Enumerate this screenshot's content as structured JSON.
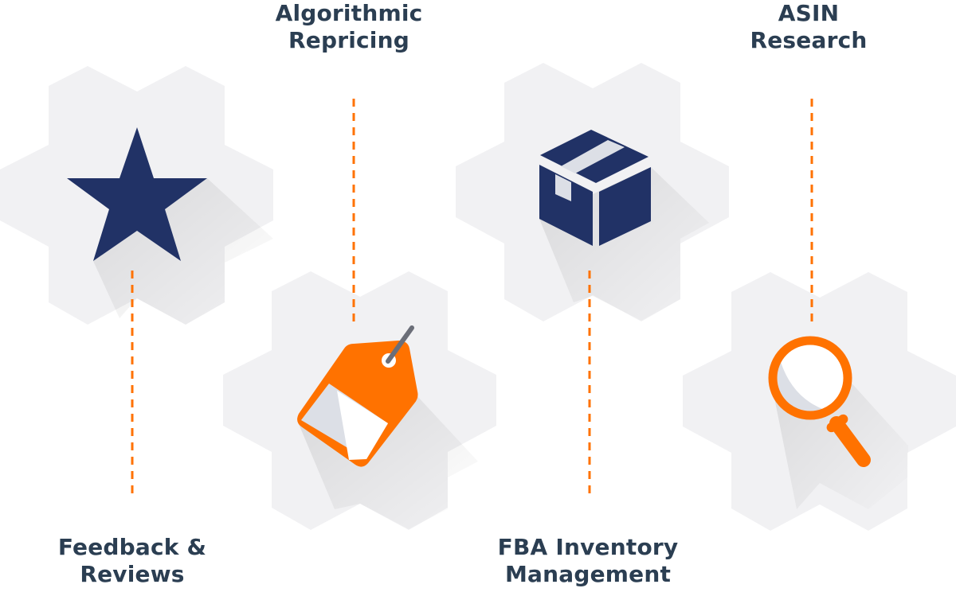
{
  "features": [
    {
      "id": "feedback",
      "title_lines": [
        "Feedback &",
        "Reviews"
      ],
      "icon": "star-icon",
      "label_position": "bottom"
    },
    {
      "id": "repricing",
      "title_lines": [
        "Algorithmic",
        "Repricing"
      ],
      "icon": "price-tag-icon",
      "label_position": "top"
    },
    {
      "id": "fba",
      "title_lines": [
        "FBA Inventory",
        "Management"
      ],
      "icon": "box-icon",
      "label_position": "bottom"
    },
    {
      "id": "asin",
      "title_lines": [
        "ASIN",
        "Research"
      ],
      "icon": "magnifier-icon",
      "label_position": "top"
    }
  ],
  "colors": {
    "hex_fill": "#f1f1f3",
    "navy": "#213266",
    "orange": "#ff7200",
    "label_text": "#2b3e52",
    "light_panel": "#dcdfe6",
    "string_gray": "#6b6e78"
  }
}
